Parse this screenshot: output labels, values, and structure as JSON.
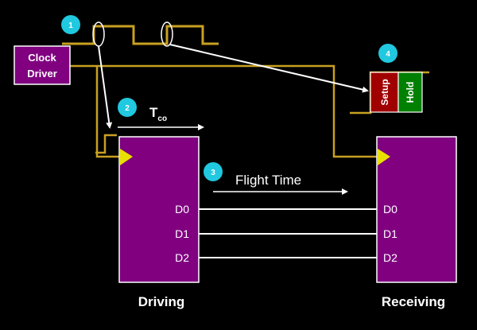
{
  "colors": {
    "background": "#000000",
    "clock_trace": "#c8a020",
    "block_fill": "#800080",
    "block_border": "#ffffff",
    "circle_fill": "#20c8e0",
    "setup_fill": "#a00000",
    "hold_fill": "#008000",
    "arrow": "#ffffff",
    "text": "#ffffff"
  },
  "clock_driver": {
    "line1": "Clock",
    "line2": "Driver"
  },
  "steps": {
    "s1": "1",
    "s2": "2",
    "s3": "3",
    "s4": "4"
  },
  "tco": {
    "main": "T",
    "sub": "co"
  },
  "flight_time": "Flight Time",
  "setup_label": "Setup",
  "hold_label": "Hold",
  "driving": {
    "label": "Driving",
    "pins": [
      "D0",
      "D1",
      "D2"
    ]
  },
  "receiving": {
    "label": "Receiving",
    "pins": [
      "D0",
      "D1",
      "D2"
    ]
  }
}
